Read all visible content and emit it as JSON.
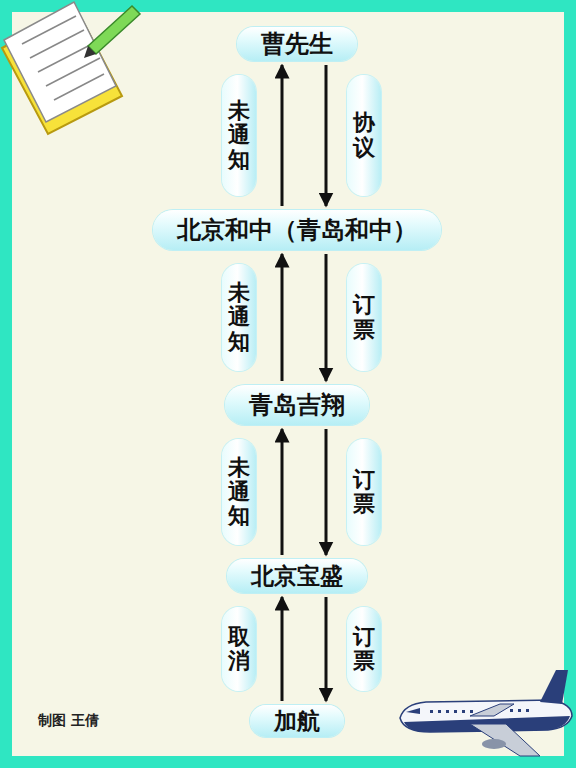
{
  "diagram": {
    "nodes": [
      {
        "text": [
          "曹先生"
        ]
      },
      {
        "text": [
          "北京和中（青岛和中）"
        ]
      },
      {
        "text": [
          "青岛吉翔"
        ]
      },
      {
        "text": [
          "北京宝盛"
        ]
      },
      {
        "text": [
          "加航"
        ]
      }
    ],
    "edges": [
      {
        "from": 1,
        "to": 0,
        "label": "未通知",
        "arrow": "to"
      },
      {
        "from": 0,
        "to": 1,
        "label": "协议",
        "arrow": "to"
      },
      {
        "from": 2,
        "to": 1,
        "label": "未通知",
        "arrow": "to"
      },
      {
        "from": 1,
        "to": 2,
        "label": "订票",
        "arrow": "to"
      },
      {
        "from": 3,
        "to": 2,
        "label": "未通知",
        "arrow": "to"
      },
      {
        "from": 2,
        "to": 3,
        "label": "订票",
        "arrow": "to"
      },
      {
        "from": 4,
        "to": 3,
        "label": "取消",
        "arrow": "to"
      },
      {
        "from": 3,
        "to": 4,
        "label": "订票",
        "arrow": "to"
      }
    ],
    "labels": [
      "制图 王倩"
    ]
  }
}
